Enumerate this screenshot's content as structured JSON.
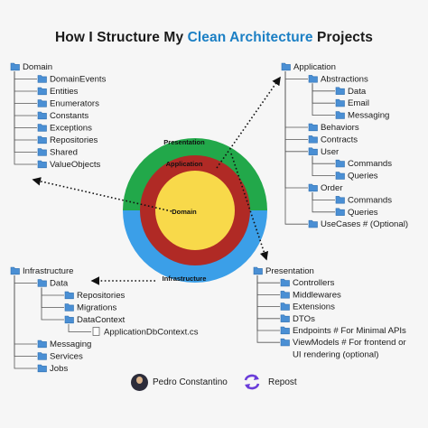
{
  "title": {
    "prefix": "How I Structure My ",
    "accent": "Clean Architecture",
    "suffix": " Projects"
  },
  "colors": {
    "accent": "#1b7fc4",
    "outer_top": "#22a84a",
    "outer_bottom": "#3b9fe8",
    "middle": "#b02a25",
    "inner": "#f8d94a",
    "folder": "#4a8fd4"
  },
  "rings": {
    "presentation": "Presentation",
    "application": "Application",
    "domain": "Domain",
    "infrastructure": "Infrastructure"
  },
  "domain_tree": [
    {
      "label": "Domain",
      "depth": 0
    },
    {
      "label": "DomainEvents",
      "depth": 1
    },
    {
      "label": "Entities",
      "depth": 1
    },
    {
      "label": "Enumerators",
      "depth": 1
    },
    {
      "label": "Constants",
      "depth": 1
    },
    {
      "label": "Exceptions",
      "depth": 1
    },
    {
      "label": "Repositories",
      "depth": 1
    },
    {
      "label": "Shared",
      "depth": 1
    },
    {
      "label": "ValueObjects",
      "depth": 1
    }
  ],
  "application_tree": [
    {
      "label": "Application",
      "depth": 0
    },
    {
      "label": "Abstractions",
      "depth": 1
    },
    {
      "label": "Data",
      "depth": 2
    },
    {
      "label": "Email",
      "depth": 2
    },
    {
      "label": "Messaging",
      "depth": 2
    },
    {
      "label": "Behaviors",
      "depth": 1
    },
    {
      "label": "Contracts",
      "depth": 1
    },
    {
      "label": "User",
      "depth": 1
    },
    {
      "label": "Commands",
      "depth": 2
    },
    {
      "label": "Queries",
      "depth": 2
    },
    {
      "label": "Order",
      "depth": 1
    },
    {
      "label": "Commands",
      "depth": 2
    },
    {
      "label": "Queries",
      "depth": 2
    },
    {
      "label": "UseCases # (Optional)",
      "depth": 1
    }
  ],
  "infrastructure_tree": [
    {
      "label": "Infrastructure",
      "depth": 0
    },
    {
      "label": "Data",
      "depth": 1
    },
    {
      "label": "Repositories",
      "depth": 2
    },
    {
      "label": "Migrations",
      "depth": 2
    },
    {
      "label": "DataContext",
      "depth": 2
    },
    {
      "label": "ApplicationDbContext.cs",
      "depth": 3,
      "file": true
    },
    {
      "label": "Messaging",
      "depth": 1
    },
    {
      "label": "Services",
      "depth": 1
    },
    {
      "label": "Jobs",
      "depth": 1
    }
  ],
  "presentation_tree": [
    {
      "label": "Presentation",
      "depth": 0
    },
    {
      "label": "Controllers",
      "depth": 1
    },
    {
      "label": "Middlewares",
      "depth": 1
    },
    {
      "label": "Extensions",
      "depth": 1
    },
    {
      "label": "DTOs",
      "depth": 1
    },
    {
      "label": "Endpoints   # For Minimal APIs",
      "depth": 1
    },
    {
      "label": "ViewModels # For frontend or",
      "depth": 1
    },
    {
      "label": "UI rendering (optional)",
      "depth": 1,
      "continuation": true
    }
  ],
  "footer": {
    "author": "Pedro Constantino",
    "repost": "Repost"
  }
}
